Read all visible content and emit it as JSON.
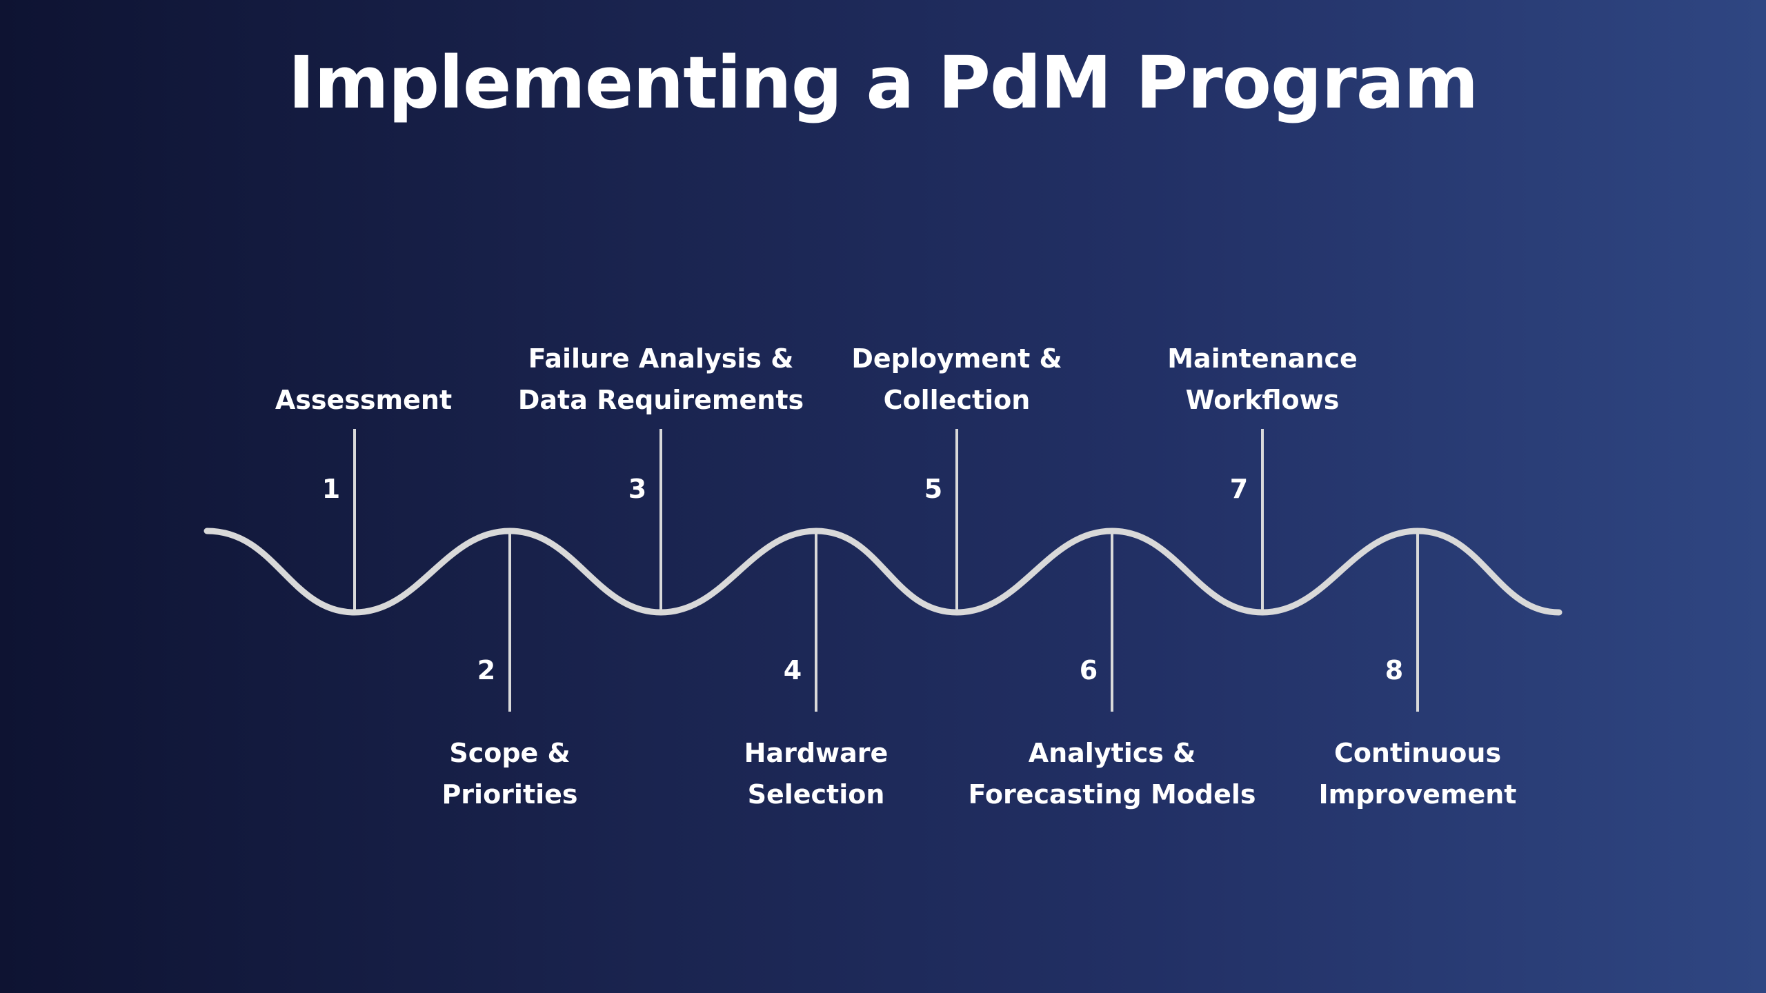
{
  "title": "Implementing a PdM Program",
  "steps": [
    {
      "number": "1",
      "lines": [
        "Assessment"
      ]
    },
    {
      "number": "2",
      "lines": [
        "Scope &",
        "Priorities"
      ]
    },
    {
      "number": "3",
      "lines": [
        "Failure Analysis &",
        "Data Requirements"
      ]
    },
    {
      "number": "4",
      "lines": [
        "Hardware",
        "Selection"
      ]
    },
    {
      "number": "5",
      "lines": [
        "Deployment &",
        "Collection"
      ]
    },
    {
      "number": "6",
      "lines": [
        "Analytics &",
        "Forecasting Models"
      ]
    },
    {
      "number": "7",
      "lines": [
        "Maintenance",
        "Workflows"
      ]
    },
    {
      "number": "8",
      "lines": [
        "Continuous",
        "Improvement"
      ]
    }
  ],
  "colors": {
    "wave": "#d9d9d9",
    "connector": "#d9d9d9",
    "text": "#ffffff"
  }
}
